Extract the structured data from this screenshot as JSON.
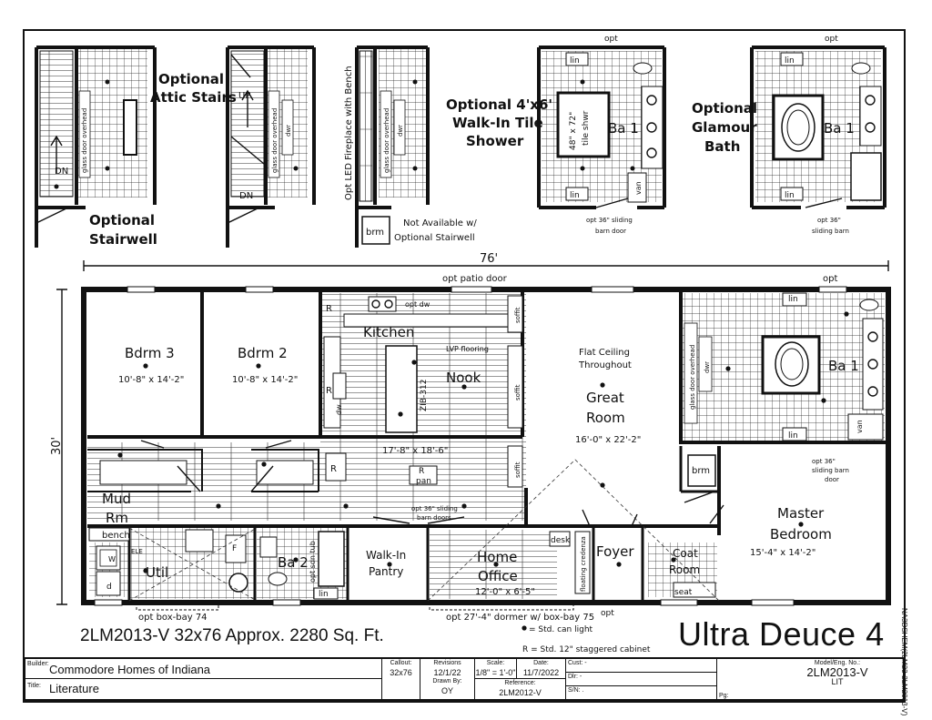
{
  "insets": {
    "stairwell": {
      "title1": "Optional",
      "title2": "Stairwell",
      "dn": "DN",
      "glass": "glass door overhead"
    },
    "attic": {
      "title1": "Optional",
      "title2": "Attic Stairs",
      "up": "UP",
      "dn": "DN",
      "glass": "glass door overhead",
      "dwr": "dwr"
    },
    "fireplace": {
      "label": "Opt LED Fireplace with Bench",
      "glass": "glass door overhead",
      "dwr": "dwr",
      "brm": "brm",
      "note1": "Not Available w/",
      "note2": "Optional Stairwell"
    },
    "shower": {
      "title1": "Optional 4'x6'",
      "title2": "Walk-In Tile",
      "title3": "Shower",
      "opt": "opt",
      "lin": "lin",
      "lin2": "lin",
      "ba": "Ba 1",
      "size": "48\" x 72\"",
      "tile": "tile shwr",
      "van": "van",
      "barn1": "opt 36\" sliding",
      "barn2": "barn door"
    },
    "glamour": {
      "title1": "Optional",
      "title2": "Glamour",
      "title3": "Bath",
      "opt": "opt",
      "lin": "lin",
      "lin2": "lin",
      "ba": "Ba 1",
      "barn1": "opt 36\"",
      "barn2": "sliding barn"
    }
  },
  "plan": {
    "width_dim": "76'",
    "depth_dim": "30'",
    "patio": "opt patio door",
    "opt_top_right": "opt",
    "rooms": {
      "bdrm3": {
        "name": "Bdrm 3",
        "size": "10'-8\" x 14'-2\""
      },
      "bdrm2": {
        "name": "Bdrm 2",
        "size": "10'-8\" x 14'-2\""
      },
      "kitchen": {
        "name": "Kitchen"
      },
      "nook": {
        "name": "Nook",
        "size": "17'-8\" x 18'-6\"",
        "lvp": "LVP flooring",
        "island": "ZIB-312"
      },
      "great": {
        "ceiling1": "Flat Ceiling",
        "ceiling2": "Throughout",
        "name1": "Great",
        "name2": "Room",
        "size": "16'-0\" x 22'-2\""
      },
      "ba1": {
        "name": "Ba 1",
        "lin": "lin",
        "lin2": "lin",
        "van": "van",
        "glass": "glass door overhead",
        "dwr": "dwr"
      },
      "master": {
        "name1": "Master",
        "name2": "Bedroom",
        "size": "15'-4\" x 14'-2\"",
        "barn1": "opt 36\"",
        "barn2": "sliding barn",
        "barn3": "door",
        "brm": "brm"
      },
      "mud": {
        "name1": "Mud",
        "name2": "Rm",
        "bench": "bench"
      },
      "util": {
        "name": "Util",
        "w": "W",
        "d": "d",
        "ele": "ELE"
      },
      "ba2": {
        "name": "Ba 2",
        "tub": "opt sdn tub",
        "lin": "lin",
        "f": "F"
      },
      "pantry": {
        "name1": "Walk-In",
        "name2": "Pantry"
      },
      "office": {
        "name1": "Home",
        "name2": "Office",
        "size": "12'-0\" x 6'-5\"",
        "desk": "desk",
        "credenza": "floating credenza"
      },
      "foyer": {
        "name": "Foyer"
      },
      "coat": {
        "name1": "Coat",
        "name2": "Room",
        "seat": "seat"
      }
    },
    "labels": {
      "r": "R",
      "pan": "pan",
      "opt_dw": "opt dw",
      "dw": "dw",
      "soffit": "soffit",
      "barn_hall1": "opt 36\" sliding",
      "barn_hall2": "barn doors",
      "box_bay_left": "opt box-bay 74",
      "dormer": "opt 27'-4\" dormer w/ box-bay 75",
      "opt_bottom": "opt"
    }
  },
  "legend": {
    "light": "= Std. can light",
    "cabinet": "R = Std. 12\" staggered cabinet"
  },
  "summary": "2LM2013-V 32x76  Approx. 2280 Sq. Ft.",
  "brand": "Ultra Deuce 4",
  "title_block": {
    "builder_label": "Builder:",
    "builder": "Commodore Homes of Indiana",
    "title_label": "Title:",
    "title": "Literature",
    "callout_label": "Callout:",
    "callout": "32x76",
    "revisions_label": "Revisions",
    "revisions": "12/1/22",
    "drawn_label": "Drawn By:",
    "drawn": "OY",
    "scale_label": "Scale:",
    "scale": "1/8\" = 1'-0\"",
    "date_label": "Date:",
    "date": "11/7/2022",
    "ref_label": "Reference:",
    "ref": "2LM2012-V",
    "cust": "Cust: -",
    "dlr": "Dlr: -",
    "sn": "S/N: .",
    "model_label": "Model/Eng. No.:",
    "model": "2LM2013-V",
    "lit": "LIT",
    "pg": "Pg:"
  },
  "side_note": "NA3DSHEM(2LM23-2LM2013-V)"
}
